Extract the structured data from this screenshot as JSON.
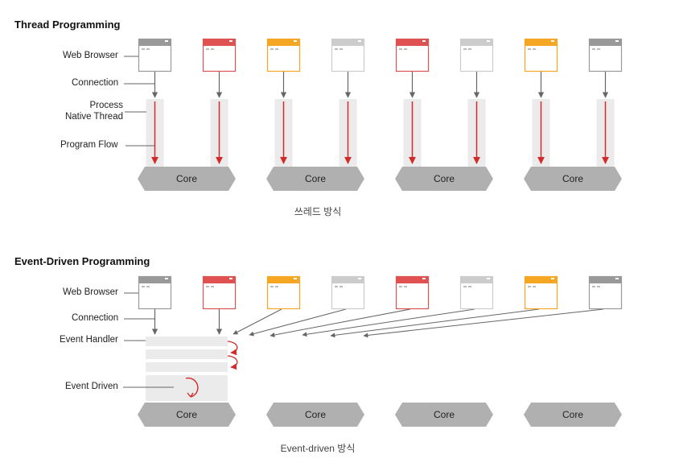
{
  "thread": {
    "title": "Thread Programming",
    "labels": {
      "web_browser": "Web Browser",
      "connection": "Connection",
      "process": "Process",
      "native_thread": "Native Thread",
      "program_flow": "Program Flow"
    },
    "core_label": "Core",
    "caption": "쓰레드 방식"
  },
  "event": {
    "title": "Event-Driven Programming",
    "labels": {
      "web_browser": "Web Browser",
      "connection": "Connection",
      "event_handler": "Event Handler",
      "event_driven": "Event Driven"
    },
    "core_label": "Core",
    "caption": "Event-driven 방식"
  },
  "browser_colors": [
    "gray",
    "red",
    "orange",
    "lightgray",
    "red",
    "lightgray",
    "orange",
    "gray"
  ],
  "colors": {
    "gray": "#999999",
    "red": "#e05252",
    "orange": "#f5a623",
    "lightgray": "#cccccc",
    "core": "#b0b0b0",
    "flow_arrow": "#d42a2a",
    "connector": "#666666",
    "thread_bg": "#ebebeb"
  }
}
